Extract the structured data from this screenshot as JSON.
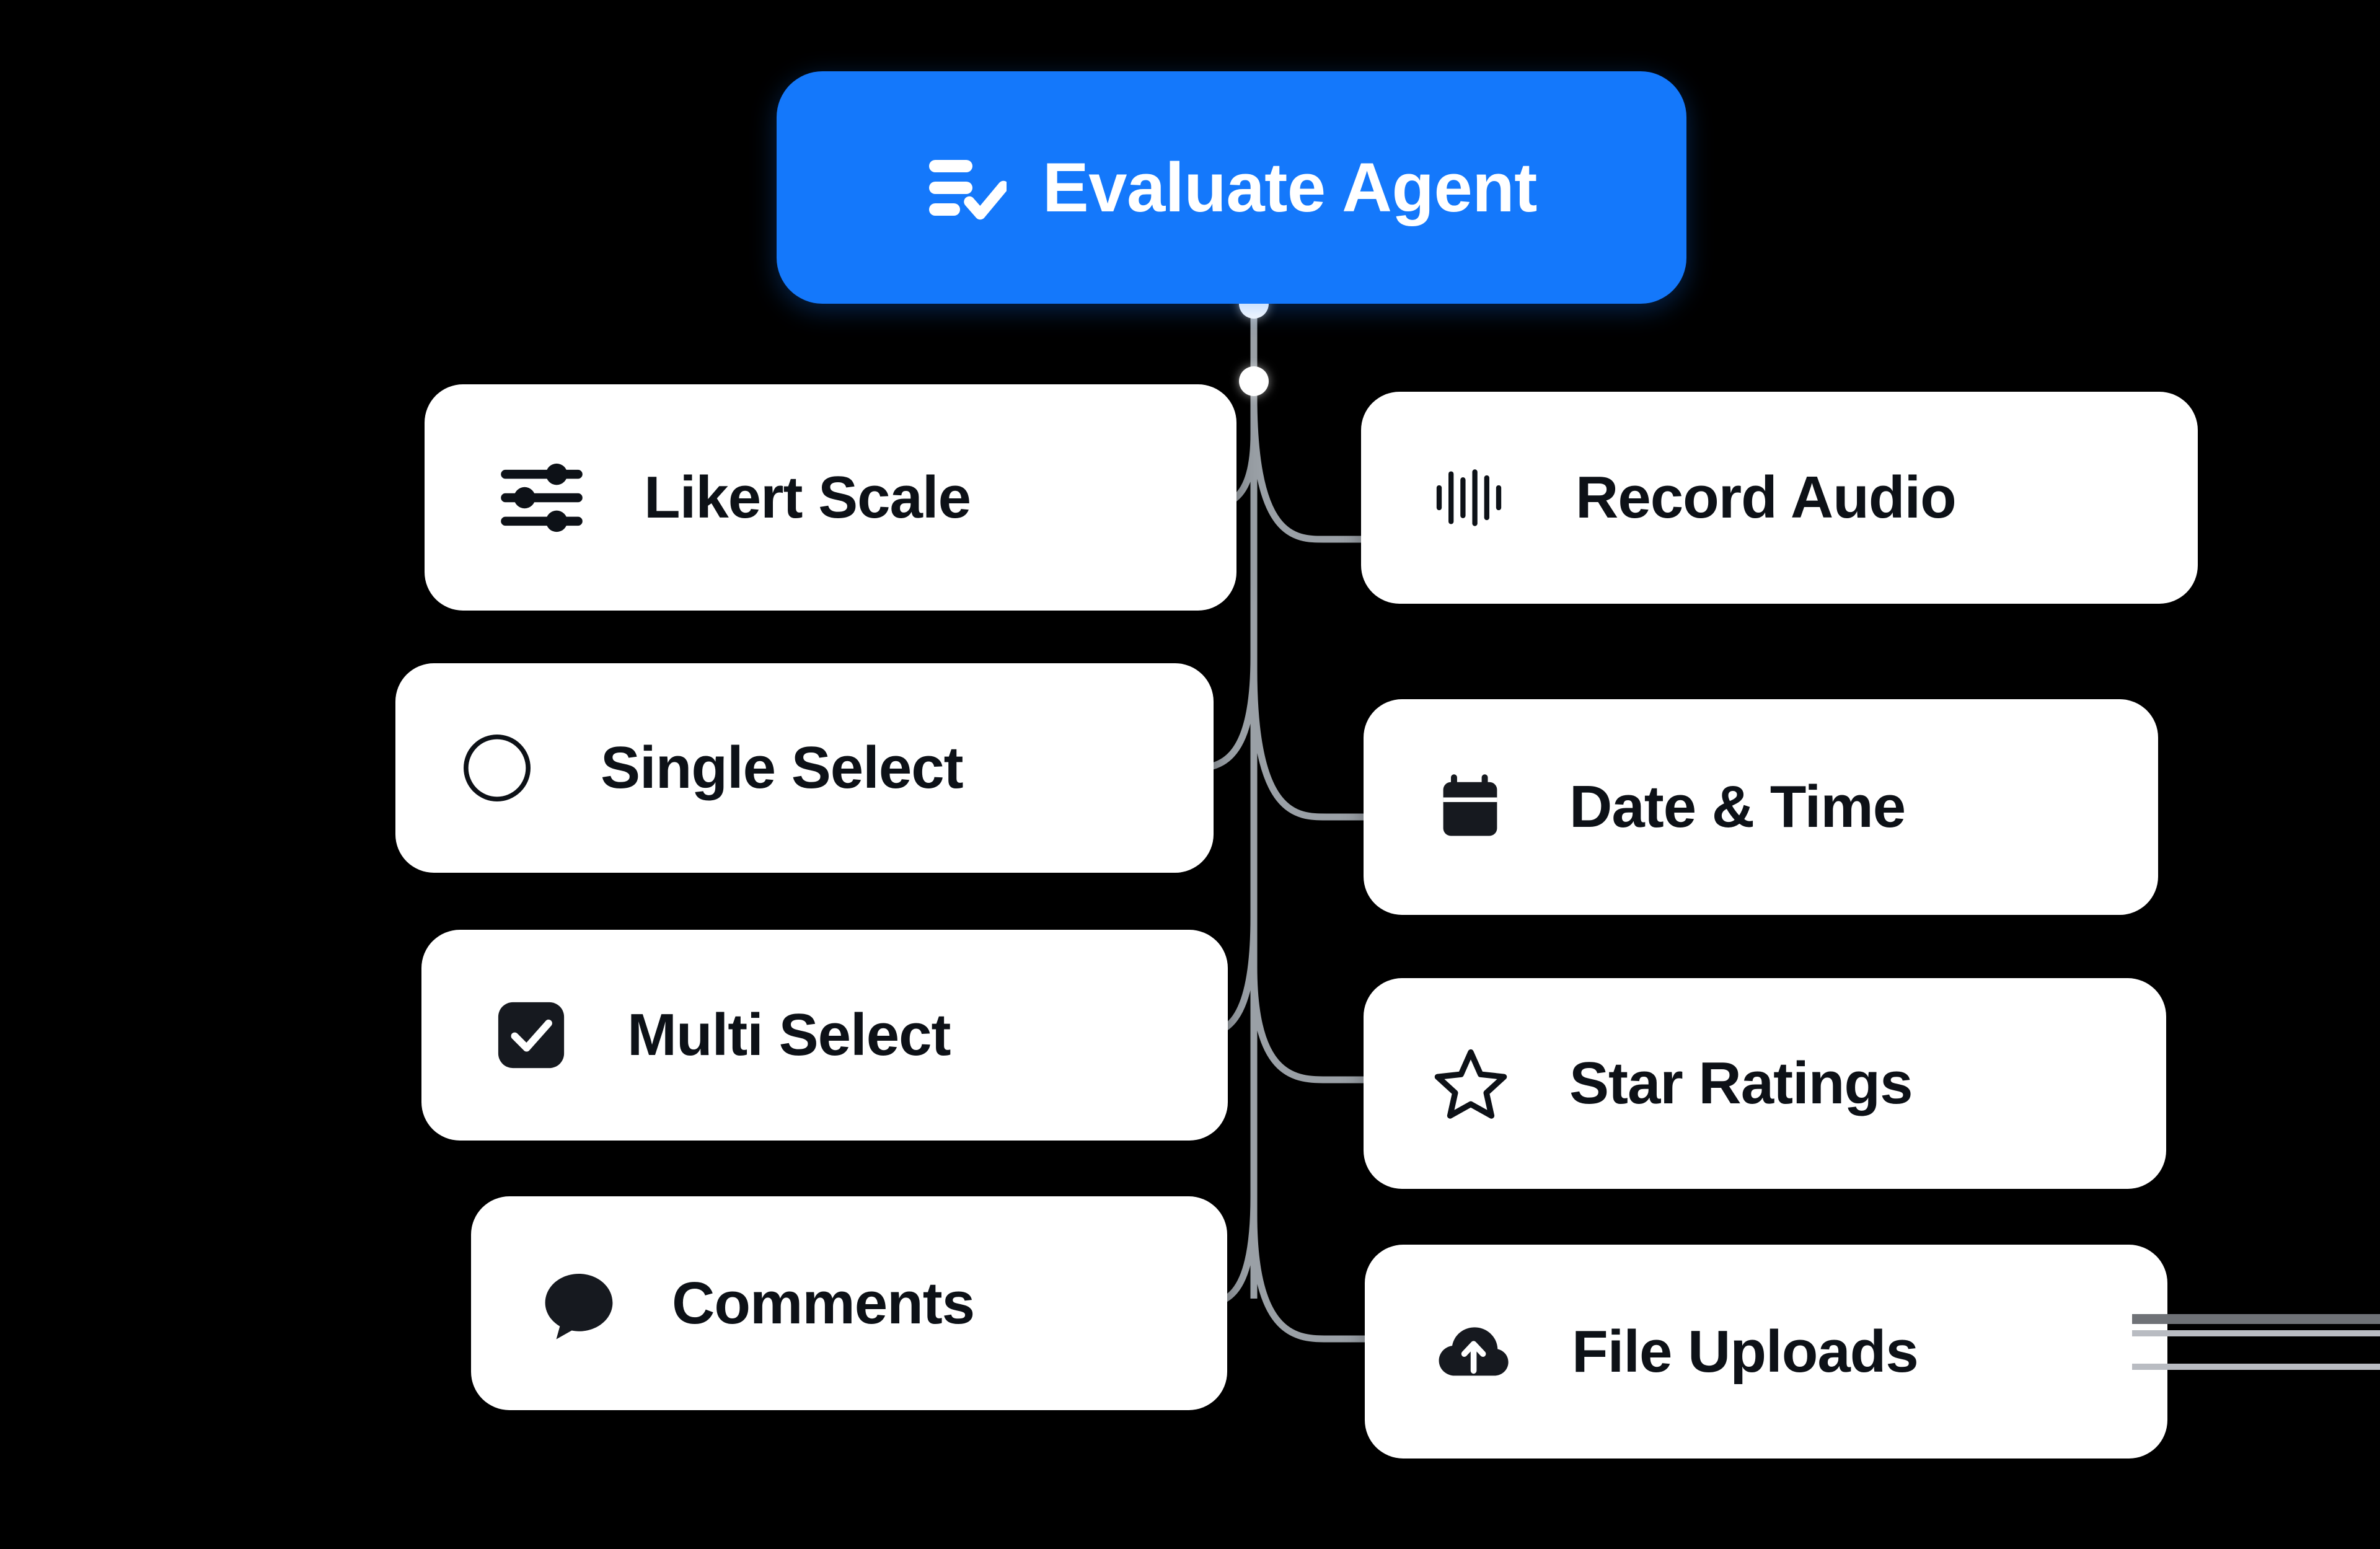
{
  "diagram": {
    "title": "Evaluate Agent question types mind map",
    "background_color": "#000000",
    "accent_color": "#1478fb",
    "card_color": "#ffffff",
    "text_color": "#0d1117",
    "connector_color": "#9aa0a6"
  },
  "root": {
    "label": "Evaluate Agent",
    "icon": "list-check-icon",
    "color": "#1478fb",
    "text_color": "#ffffff"
  },
  "left_branch": [
    {
      "label": "Likert Scale",
      "icon": "sliders-icon"
    },
    {
      "label": "Single Select",
      "icon": "radio-circle-icon"
    },
    {
      "label": "Multi Select",
      "icon": "checkbox-checked-icon"
    },
    {
      "label": "Comments",
      "icon": "speech-bubble-icon"
    }
  ],
  "right_branch": [
    {
      "label": "Record Audio",
      "icon": "audio-waveform-icon"
    },
    {
      "label": "Date & Time",
      "icon": "calendar-icon"
    },
    {
      "label": "Star Ratings",
      "icon": "star-outline-icon"
    },
    {
      "label": "File Uploads",
      "icon": "cloud-upload-icon"
    }
  ],
  "handles": [
    {
      "name": "root-output-handle"
    },
    {
      "name": "trunk-junction-handle"
    }
  ]
}
